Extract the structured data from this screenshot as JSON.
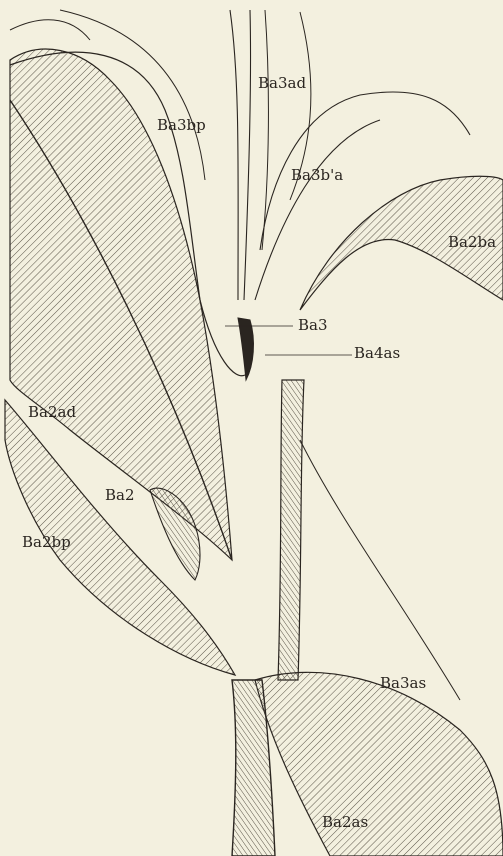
{
  "figure": {
    "colors": {
      "paper": "#f3f0df",
      "ink": "#2a2520",
      "hatch": "#5a5448"
    },
    "labels": {
      "a3_ad": "Ba3ad",
      "a3_bp": "Ba3bp",
      "a3_ba": "Ba3b'a",
      "a2_ba": "Ba2ba",
      "a3": "Ba3",
      "a4_as": "Ba4as",
      "a2_ad": "Ba2ad",
      "a2": "Ba2",
      "a2_bp": "Ba2bp",
      "a3_as": "Ba3as",
      "a2_as": "Ba2as"
    }
  }
}
